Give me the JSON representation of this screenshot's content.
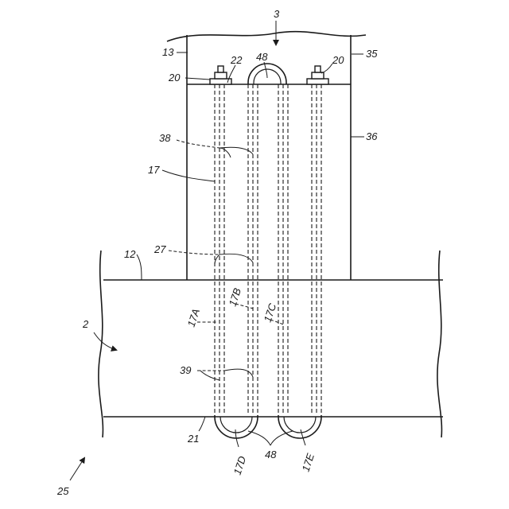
{
  "labels": {
    "l3": "3",
    "l13": "13",
    "l22": "22",
    "l48_top": "48",
    "l20_left": "20",
    "l20_right": "20",
    "l35": "35",
    "l36": "36",
    "l38": "38",
    "l17": "17",
    "l27": "27",
    "l12": "12",
    "l17A": "17A",
    "l17B": "17B",
    "l17C": "17C",
    "l2": "2",
    "l39": "39",
    "l21": "21",
    "l17D": "17D",
    "l48_bottom": "48",
    "l17E": "17E",
    "l25": "25"
  }
}
